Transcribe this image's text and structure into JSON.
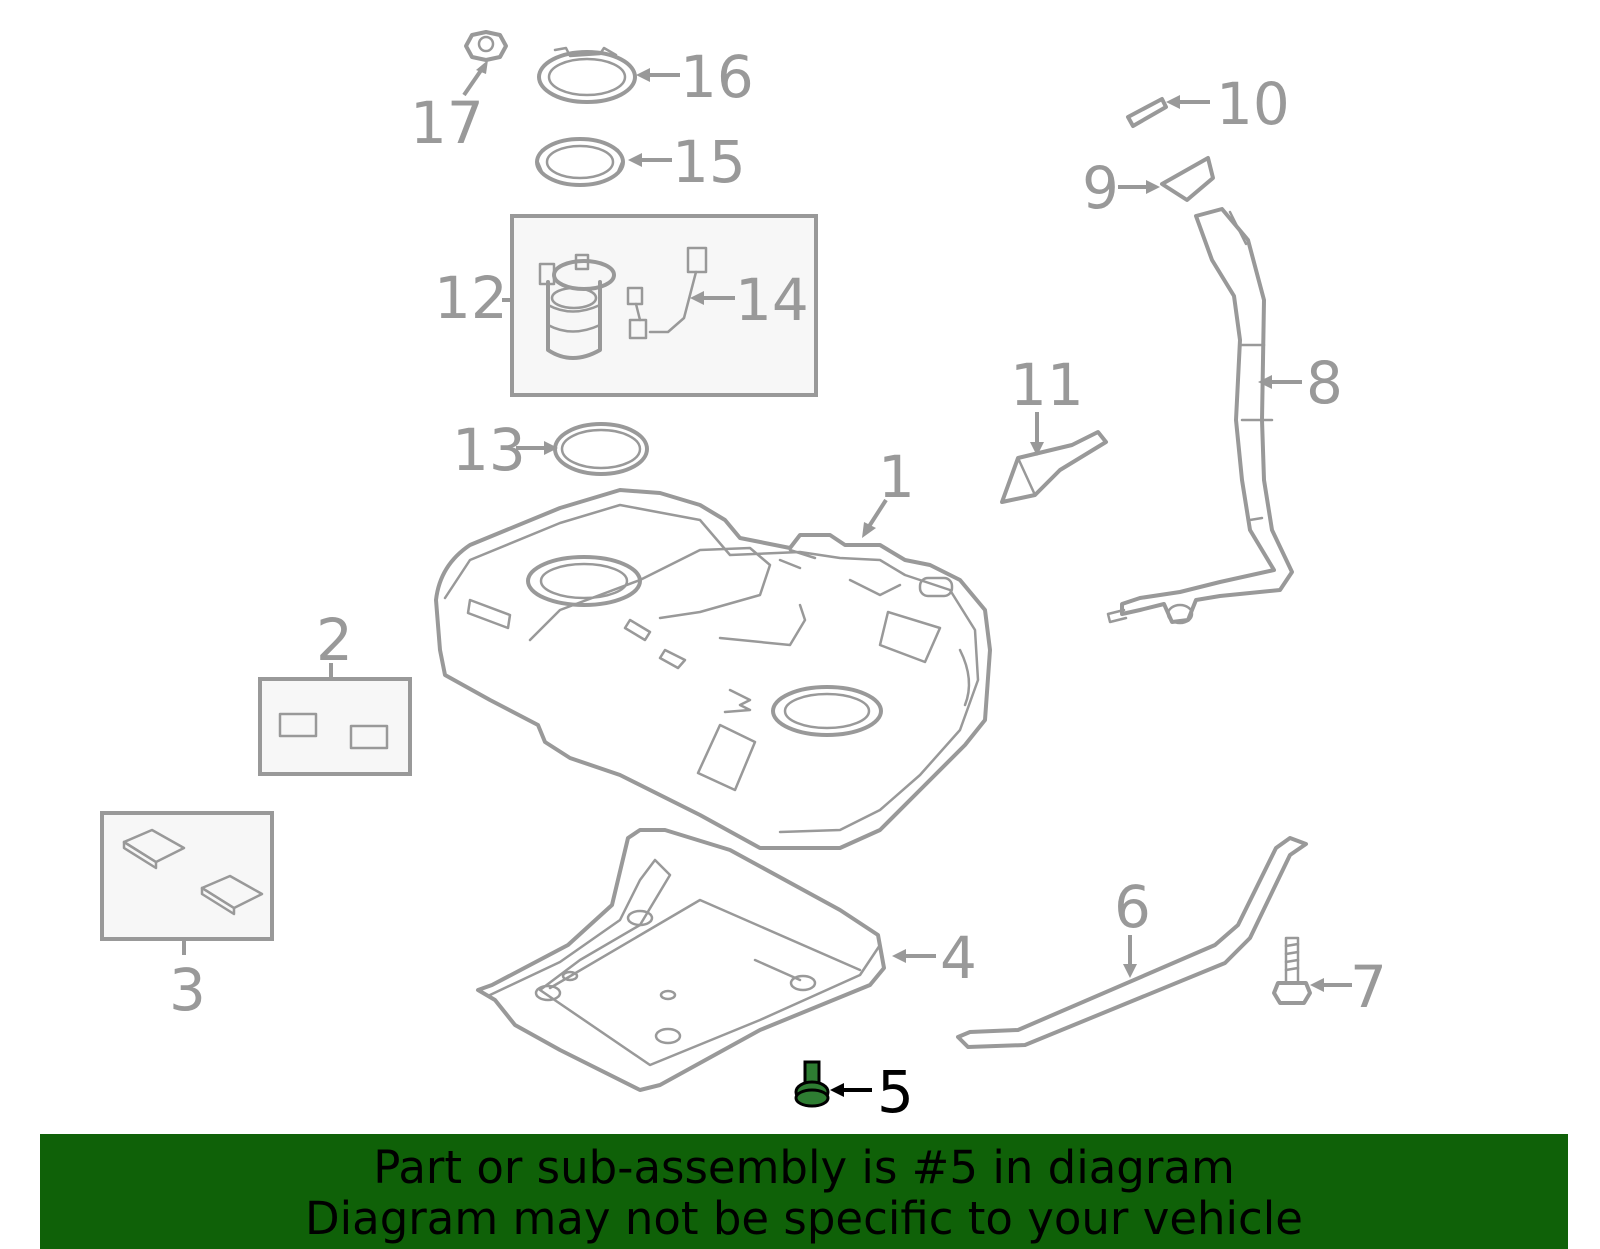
{
  "diagram": {
    "callouts": {
      "c1": "1",
      "c2": "2",
      "c3": "3",
      "c4": "4",
      "c5": "5",
      "c6": "6",
      "c7": "7",
      "c8": "8",
      "c9": "9",
      "c10": "10",
      "c11": "11",
      "c12": "12",
      "c13": "13",
      "c14": "14",
      "c15": "15",
      "c16": "16",
      "c17": "17"
    },
    "highlighted_part": "5",
    "colors": {
      "part_stroke": "#999999",
      "highlight_fill": "#2e7d32",
      "banner_bg": "#0f6108"
    }
  },
  "banner": {
    "line1": "Part or sub-assembly is #5 in diagram",
    "line2": "Diagram may not be specific to your vehicle"
  }
}
